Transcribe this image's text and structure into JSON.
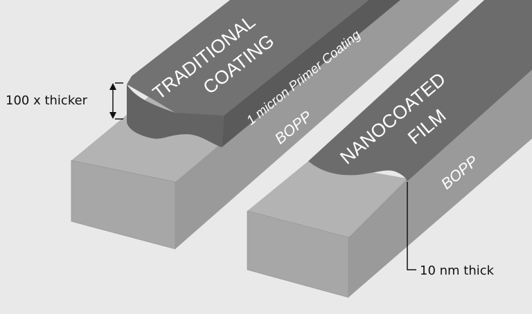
{
  "traditional": {
    "title_line1": "TRADITIONAL",
    "title_line2": "COATING",
    "coating_side": "1 micron Primer Coating",
    "substrate": "BOPP",
    "callout": "100 x thicker"
  },
  "nanocoated": {
    "title_line1": "NANOCOATED",
    "title_line2": "FILM",
    "substrate": "BOPP",
    "callout": "10 nm thick"
  },
  "colors": {
    "background": "#e9e9e9",
    "bopp_front": "#a6a6a6",
    "bopp_top": "#b3b3b3",
    "bopp_side": "#999999",
    "coating_top": "#707070",
    "coating_front": "#636363",
    "coating_side": "#5a5a5a"
  }
}
